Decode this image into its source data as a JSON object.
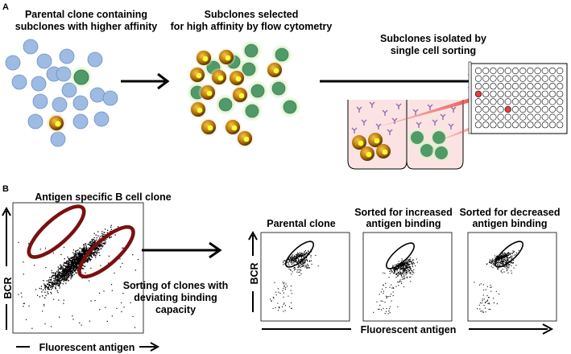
{
  "panel_a": {
    "letter": "A",
    "step1": {
      "line1": "Parental clone containing",
      "line2": "subclones with higher affinity"
    },
    "step2": {
      "line1": "Subclones selected",
      "line2": "for high affinity by flow cytometry"
    },
    "step3": {
      "line1": "Subclones isolated by",
      "line2": "single cell sorting"
    }
  },
  "panel_b": {
    "letter": "B",
    "main_plot_title": "Antigen specific B cell clone",
    "y_axis_label": "BCR",
    "x_axis_label": "Fluorescent antigen",
    "sorting_text": {
      "line1": "Sorting of clones with",
      "line2": "deviating binding",
      "line3": "capacity"
    },
    "small_plots": [
      {
        "title_line1": "Parental clone",
        "title_line2": ""
      },
      {
        "title_line1": "Sorted for increased",
        "title_line2": "antigen binding"
      },
      {
        "title_line1": "Sorted for decreased",
        "title_line2": "antigen binding"
      }
    ],
    "small_y_axis_label": "BCR",
    "small_x_axis_label": "Fluorescent antigen"
  },
  "colors": {
    "blue_cell": "#9dbbe3",
    "green_cell": "#4f9a68",
    "gold_cell": "#b8860b",
    "yellow_nucleus": "#ffff33",
    "gate_red": "#7a1010",
    "well_red": "#e83e3e",
    "tube_fill": "#fbe3e3"
  }
}
